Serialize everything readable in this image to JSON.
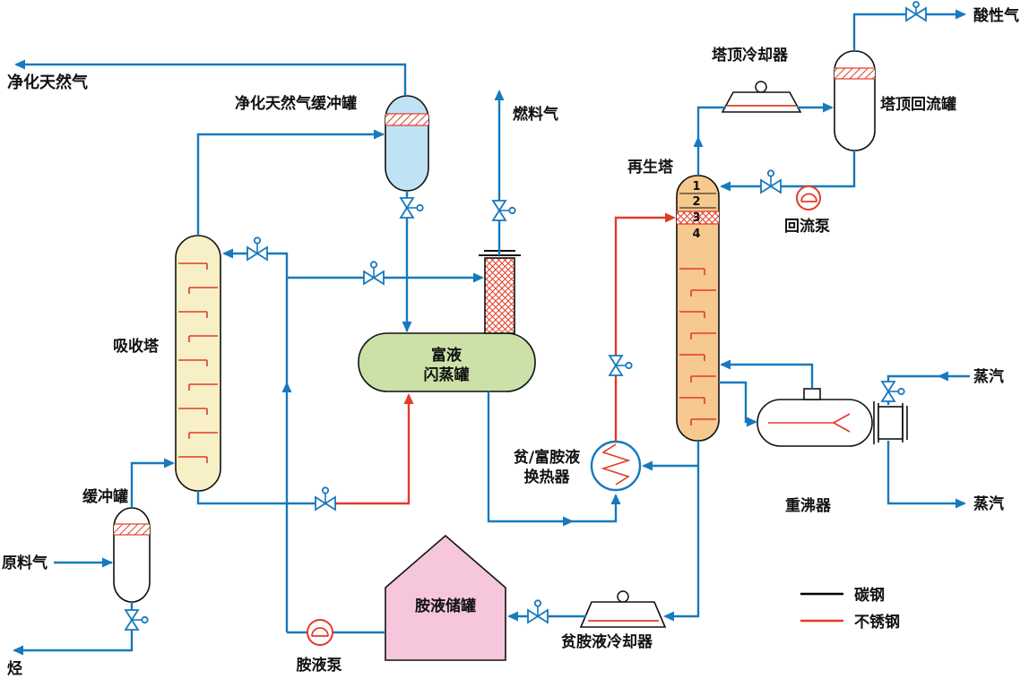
{
  "labels": {
    "purified_gas": "净化天然气",
    "purified_gas_buffer_tank": "净化天然气缓冲罐",
    "absorber": "吸收塔",
    "feed_buffer_tank": "缓冲罐",
    "feed_gas": "原料气",
    "hydrocarbon": "烃",
    "fuel_gas": "燃料气",
    "flash_tank_line1": "富液",
    "flash_tank_line2": "闪蒸罐",
    "amine_storage_tank": "胺液储罐",
    "amine_pump": "胺液泵",
    "exchanger_line1": "贫/富胺液",
    "exchanger_line2": "换热器",
    "regenerator": "再生塔",
    "overhead_cooler": "塔顶冷却器",
    "overhead_reflux_drum": "塔顶回流罐",
    "acid_gas": "酸性气",
    "reflux_pump": "回流泵",
    "reboiler": "重沸器",
    "steam_top": "蒸汽",
    "steam_bottom": "蒸汽",
    "lean_amine_cooler": "贫胺液冷却器"
  },
  "regenerator_tray_numbers": [
    "1",
    "2",
    "3",
    "4"
  ],
  "legend": {
    "carbon_steel": {
      "label": "碳钢",
      "color": "#000000"
    },
    "stainless_steel": {
      "label": "不锈钢",
      "color": "#e23b28"
    }
  },
  "colors": {
    "pipe_blue": "#1779be",
    "stainless_red": "#e23b28",
    "absorber_fill": "#f7f0c6",
    "regenerator_fill": "#f6c98e",
    "ng_buffer_tank_fill": "#bfe3f5",
    "flash_tank_fill": "#cbe1a8",
    "amine_storage_fill": "#f5c6dc"
  }
}
